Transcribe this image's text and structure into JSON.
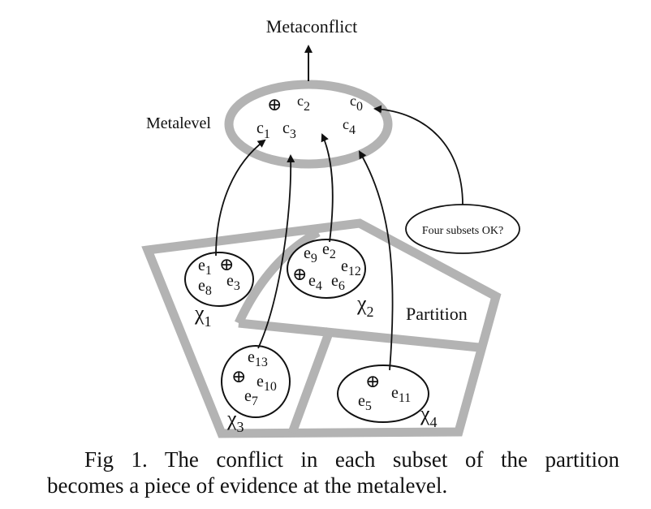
{
  "labels": {
    "metaconflict": "Metaconflict",
    "metalevel": "Metalevel",
    "partition": "Partition",
    "four_subsets": "Four subsets OK?"
  },
  "oplus": "⊕",
  "conflict_symbols": {
    "c0": {
      "base": "c",
      "sub": "0"
    },
    "c1": {
      "base": "c",
      "sub": "1"
    },
    "c2": {
      "base": "c",
      "sub": "2"
    },
    "c3": {
      "base": "c",
      "sub": "3"
    },
    "c4": {
      "base": "c",
      "sub": "4"
    }
  },
  "subsets": {
    "chi1": {
      "base": "χ",
      "sub": "1",
      "evidence": [
        {
          "base": "e",
          "sub": "1"
        },
        {
          "base": "e",
          "sub": "8"
        },
        {
          "base": "e",
          "sub": "3"
        }
      ]
    },
    "chi2": {
      "base": "χ",
      "sub": "2",
      "evidence": [
        {
          "base": "e",
          "sub": "9"
        },
        {
          "base": "e",
          "sub": "2"
        },
        {
          "base": "e",
          "sub": "12"
        },
        {
          "base": "e",
          "sub": "4"
        },
        {
          "base": "e",
          "sub": "6"
        }
      ]
    },
    "chi3": {
      "base": "χ",
      "sub": "3",
      "evidence": [
        {
          "base": "e",
          "sub": "13"
        },
        {
          "base": "e",
          "sub": "10"
        },
        {
          "base": "e",
          "sub": "7"
        }
      ]
    },
    "chi4": {
      "base": "χ",
      "sub": "4",
      "evidence": [
        {
          "base": "e",
          "sub": "5"
        },
        {
          "base": "e",
          "sub": "11"
        }
      ]
    }
  },
  "caption": {
    "line1": "Fig 1. The conflict in each subset of the partition",
    "line2": "becomes a piece of evidence at the metalevel."
  },
  "colors": {
    "partition_gray": "#b3b3b3",
    "ink": "#111111"
  }
}
